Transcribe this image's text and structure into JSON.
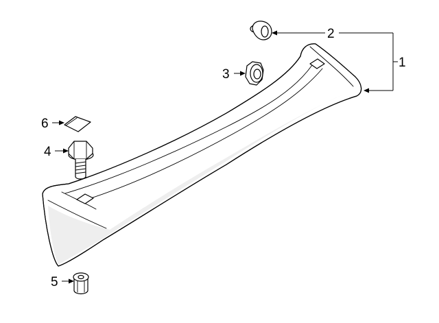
{
  "callouts": [
    {
      "id": "1",
      "label": "1"
    },
    {
      "id": "2",
      "label": "2"
    },
    {
      "id": "3",
      "label": "3"
    },
    {
      "id": "4",
      "label": "4"
    },
    {
      "id": "5",
      "label": "5"
    },
    {
      "id": "6",
      "label": "6"
    }
  ],
  "parts": {
    "1": "spoiler-panel",
    "2": "push-clip",
    "3": "grommet-nut",
    "4": "hex-bolt",
    "5": "flange-nut",
    "6": "adhesive-pad"
  }
}
